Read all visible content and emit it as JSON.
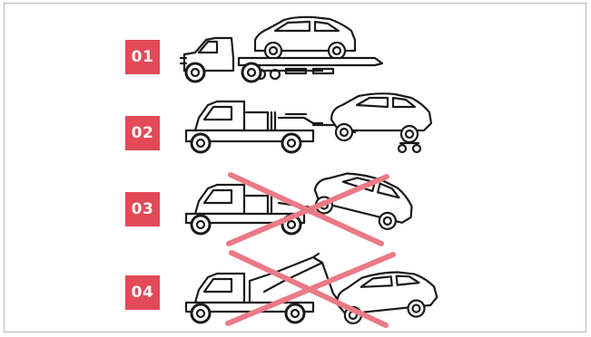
{
  "colors": {
    "badge": "#e24a57",
    "cross": "#ea7a86",
    "line": "#1a1a1a"
  },
  "steps": [
    {
      "number": "01",
      "method": "flatbed",
      "crossed": false
    },
    {
      "number": "02",
      "method": "wheel-lift",
      "crossed": false
    },
    {
      "number": "03",
      "method": "wheel-lift-front-on-ground",
      "crossed": true
    },
    {
      "number": "04",
      "method": "boom-sling",
      "crossed": true
    }
  ]
}
